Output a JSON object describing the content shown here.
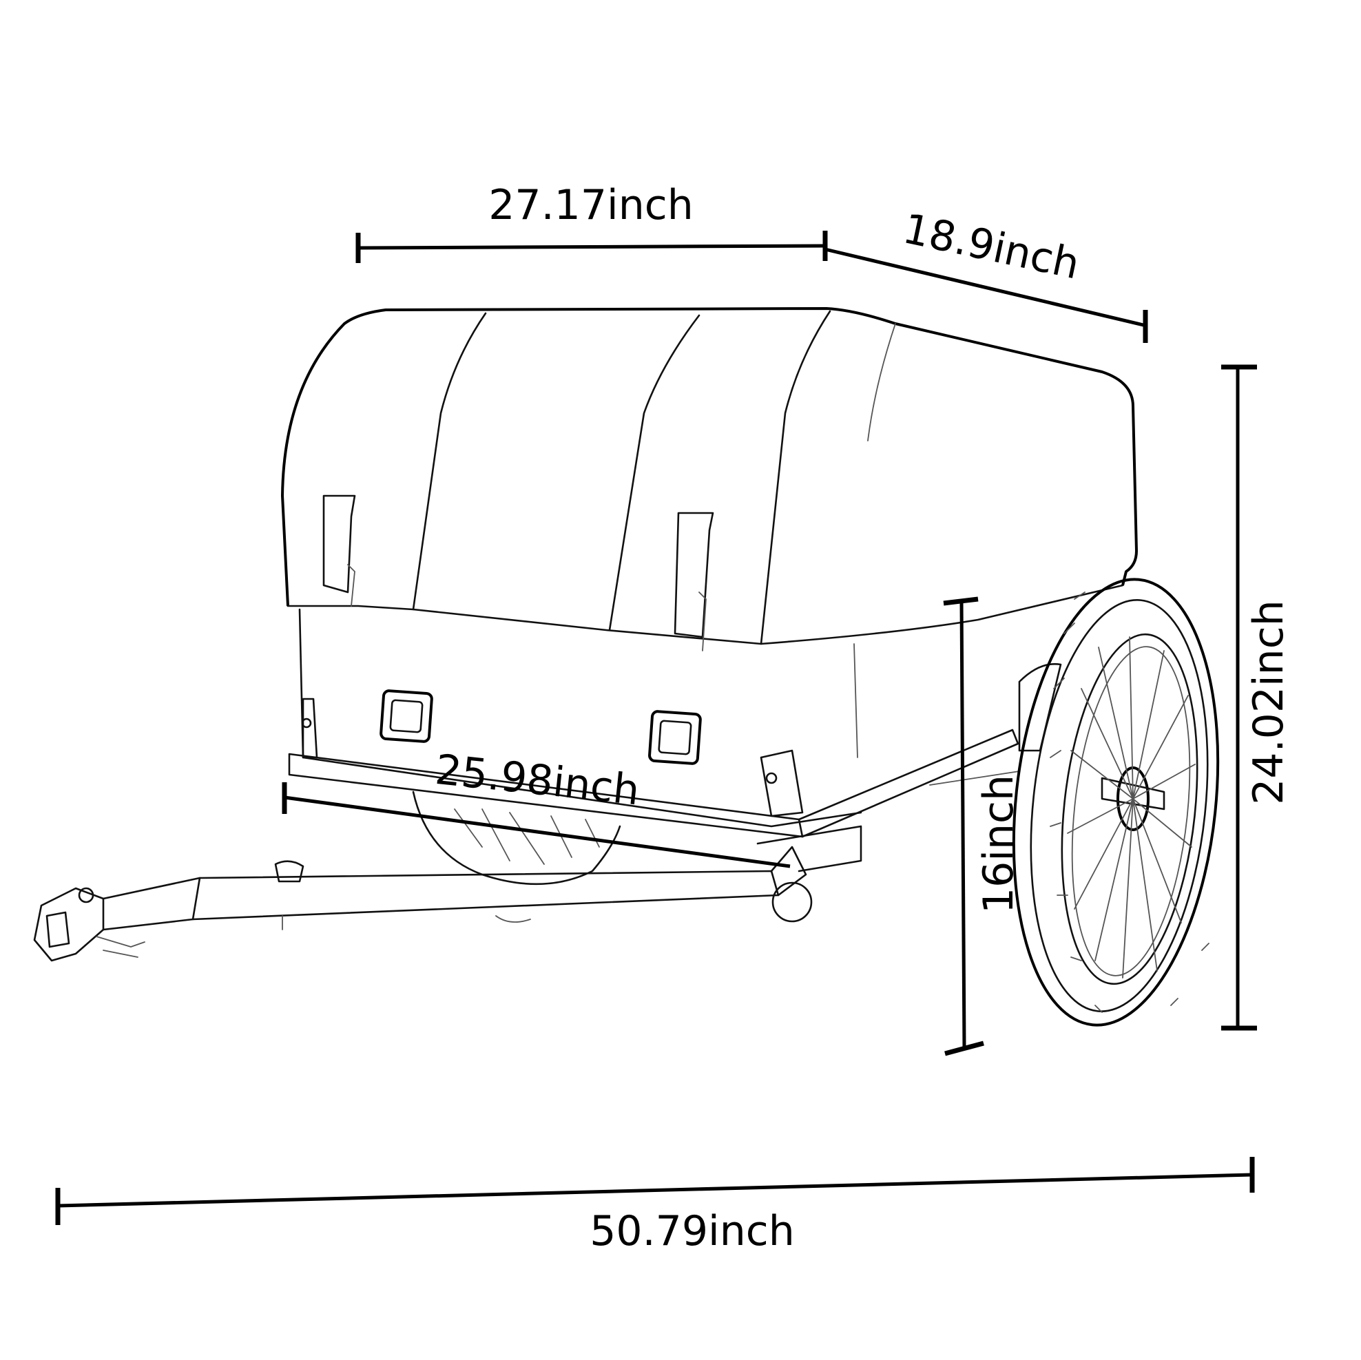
{
  "dimensions": {
    "top_width": "27.17inch",
    "depth": "18.9inch",
    "overall_height": "24.02inch",
    "wheel_height": "16inch",
    "bed_length": "25.98inch",
    "overall_length": "50.79inch"
  },
  "colors": {
    "line": "#000000",
    "background": "#ffffff"
  }
}
